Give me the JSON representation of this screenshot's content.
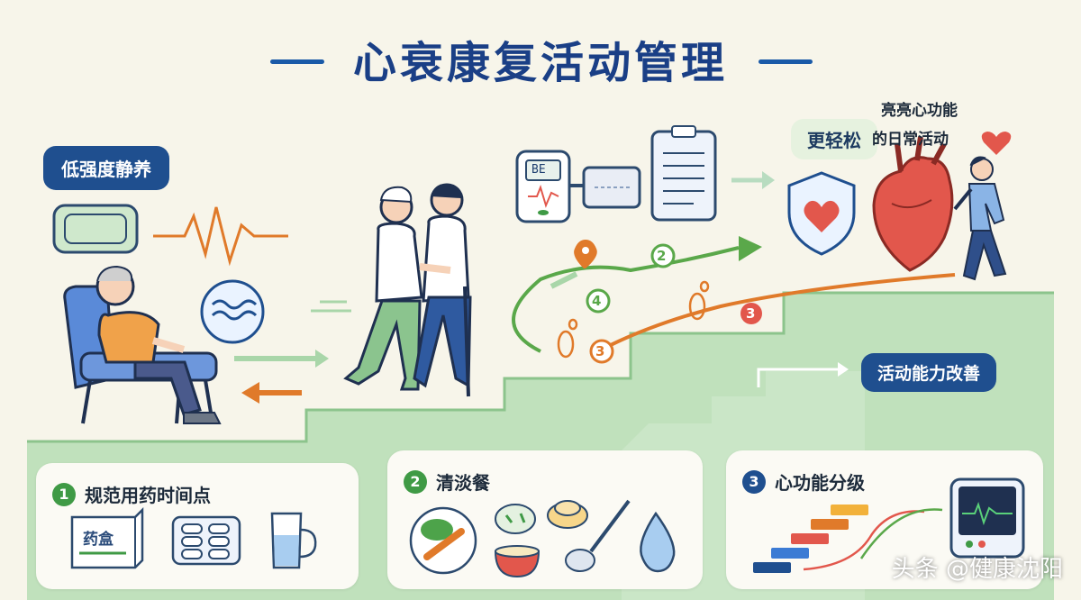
{
  "title": "心衰康复活动管理",
  "bubbles": {
    "low_intensity_rest": "低强度静养",
    "lighter": "更轻松",
    "bright_heart_line1": "亮亮心功能",
    "bright_heart_line2": "的日常活动",
    "activity_improved": "活动能力改善"
  },
  "path_steps": [
    "2",
    "4",
    "3",
    "3"
  ],
  "monitor_display": "BE",
  "cards": [
    {
      "number": "1",
      "label": "规范用药时间点",
      "items": [
        "medicine-box-icon",
        "pill-blister-icon",
        "water-glass-icon"
      ],
      "box_text": "药盒"
    },
    {
      "number": "2",
      "label": "清淡餐",
      "items": [
        "vegetable-plate-icon",
        "greens-bowl-icon",
        "steamed-bun-icon",
        "soup-bowl-icon",
        "spoon-icon",
        "water-drop-icon"
      ]
    },
    {
      "number": "3",
      "label": "心功能分级",
      "items": [
        "grade-steps-icon",
        "trend-curve-icon",
        "ecg-monitor-icon"
      ]
    }
  ],
  "watermark": "头条 @健康沈阳",
  "colors": {
    "title": "#1a3f86",
    "accent_blue": "#1f4f8f",
    "accent_green": "#3f9a45",
    "accent_orange": "#e07a2a",
    "heart_red": "#e2574c",
    "stair_green": "#a9d6a9",
    "background": "#f7f5ea"
  }
}
